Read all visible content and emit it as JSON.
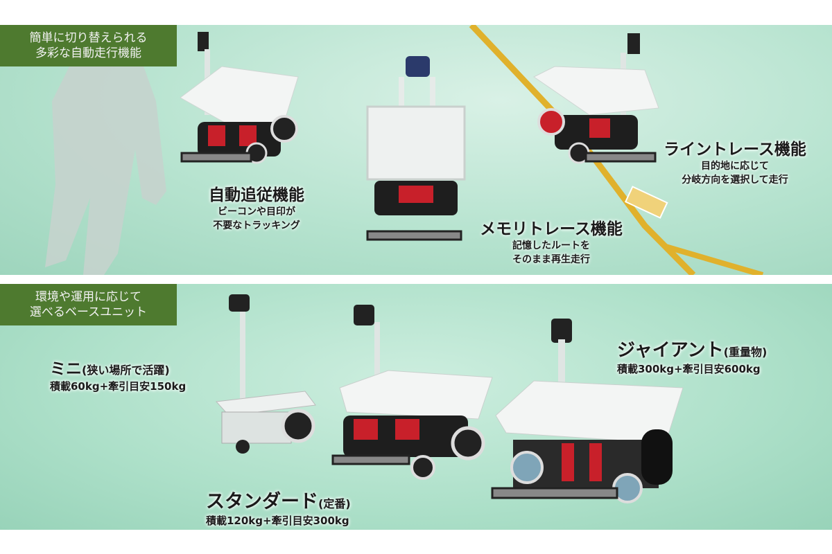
{
  "top_panel": {
    "tag_line1": "簡単に切り替えられる",
    "tag_line2": "多彩な自動走行機能",
    "features": [
      {
        "title": "自動追従機能",
        "desc1": "ビーコンや目印が",
        "desc2": "不要なトラッキング"
      },
      {
        "title": "メモリトレース機能",
        "desc1": "記憶したルートを",
        "desc2": "そのまま再生走行"
      },
      {
        "title": "ライントレース機能",
        "desc1": "目的地に応じて",
        "desc2": "分岐方向を選択して走行"
      }
    ]
  },
  "bottom_panel": {
    "tag_line1": "環境や運用に応じて",
    "tag_line2": "選べるベースユニット",
    "units": [
      {
        "name": "ミニ",
        "note": "(狭い場所で活躍)",
        "spec": "積載60kg+牽引目安150kg"
      },
      {
        "name": "スタンダード",
        "note": "(定番)",
        "spec": "積載120kg+牽引目安300kg"
      },
      {
        "name": "ジャイアント",
        "note": "(重量物)",
        "spec": "積載300kg+牽引目安600kg"
      }
    ]
  },
  "colors": {
    "tag_bg": "#4e7a2f",
    "floor": "#b6e3cf",
    "line": "#e0b12c",
    "accent_red": "#c8202a"
  }
}
